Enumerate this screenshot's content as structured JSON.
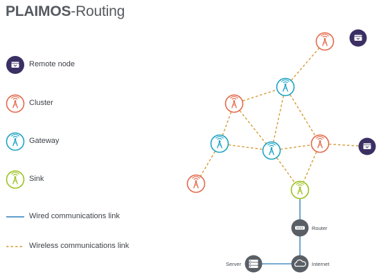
{
  "title": {
    "bold": "PLAIMOS",
    "light": "-Routing"
  },
  "legend": {
    "remote_node": "Remote node",
    "cluster": "Cluster",
    "gateway": "Gateway",
    "sink": "Sink",
    "wired": "Wired communications link",
    "wireless": "Wireless communications link"
  },
  "infrastructure": {
    "router": "Router",
    "server": "Server",
    "internet": "Internet"
  },
  "colors": {
    "remote": "#3b2f63",
    "cluster": "#e2694a",
    "gateway": "#1ca3c4",
    "sink": "#9ac21d",
    "infra": "#5a5f66",
    "wired": "#4a8fc3",
    "wireless": "#d69a33"
  },
  "icons": {
    "remote": "window-icon",
    "antenna": "antenna-icon",
    "router": "router-icon",
    "server": "server-icon",
    "internet": "cloud-icon"
  }
}
